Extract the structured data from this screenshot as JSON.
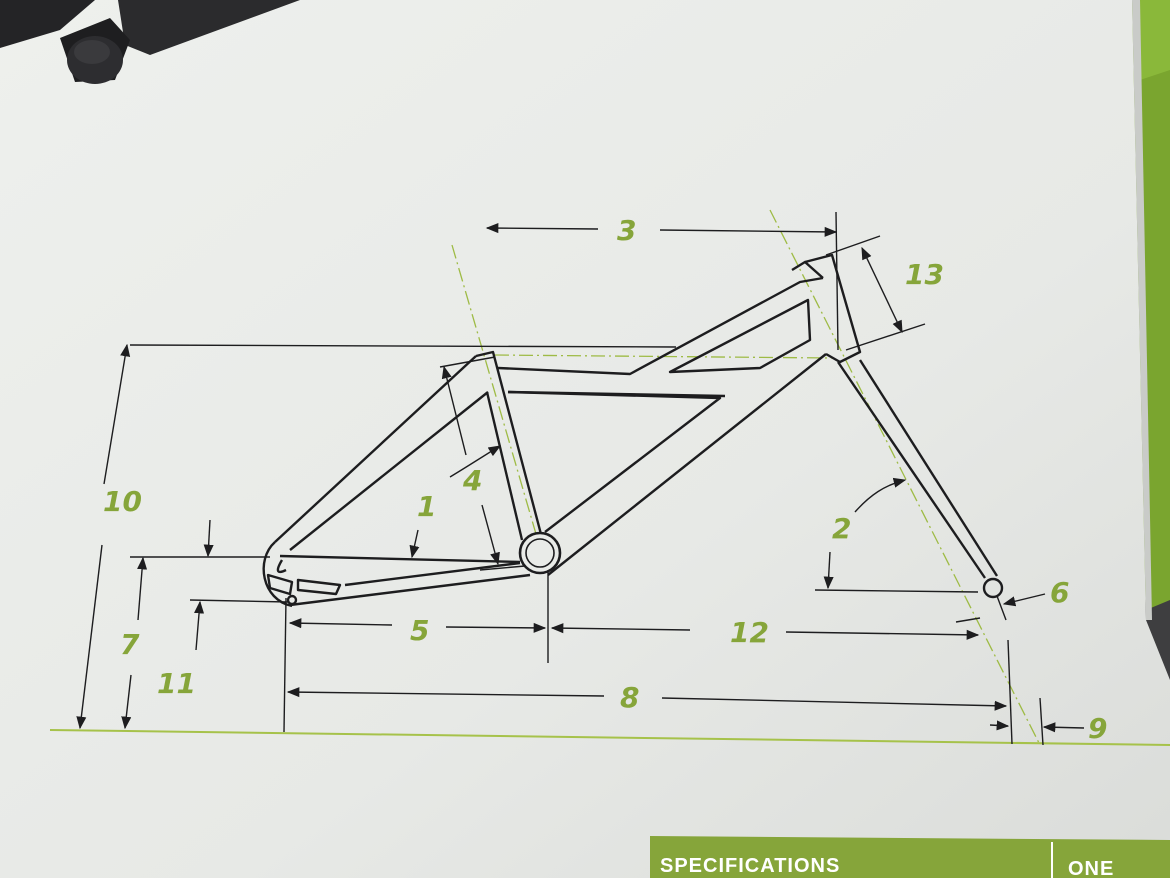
{
  "geometry_labels": {
    "l1": "1",
    "l2": "2",
    "l3": "3",
    "l4": "4",
    "l5": "5",
    "l6": "6",
    "l7": "7",
    "l8": "8",
    "l9": "9",
    "l10": "10",
    "l11": "11",
    "l12": "12",
    "l13": "13"
  },
  "specs_bar": {
    "title": "SPECIFICATIONS",
    "column": "ONE"
  },
  "colors": {
    "accent_green": "#86a53a",
    "paper": "#e9ebe8",
    "line": "#1d1d1f"
  }
}
